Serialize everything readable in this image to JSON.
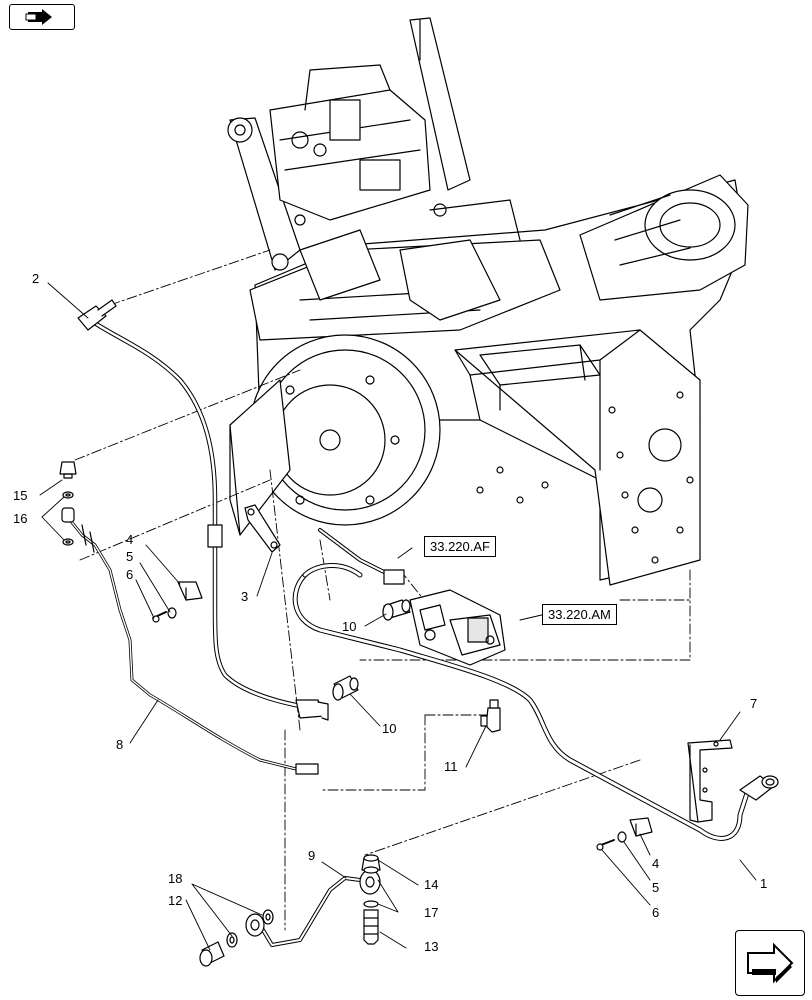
{
  "nav": {
    "top_icon": "forward-arrow-icon",
    "bottom_icon": "forward-arrow-icon"
  },
  "references": {
    "ref_af": "33.220.AF",
    "ref_am": "33.220.AM"
  },
  "callouts": {
    "c1": "1",
    "c2": "2",
    "c3": "3",
    "c4a": "4",
    "c4b": "4",
    "c5a": "5",
    "c5b": "5",
    "c6a": "6",
    "c6b": "6",
    "c7": "7",
    "c8": "8",
    "c9": "9",
    "c10a": "10",
    "c10b": "10",
    "c11": "11",
    "c12": "12",
    "c13": "13",
    "c14": "14",
    "c15": "15",
    "c16": "16",
    "c17": "17",
    "c18": "18"
  },
  "colors": {
    "line": "#000000",
    "fill": "#ffffff",
    "shade": "#e6e6e6"
  }
}
